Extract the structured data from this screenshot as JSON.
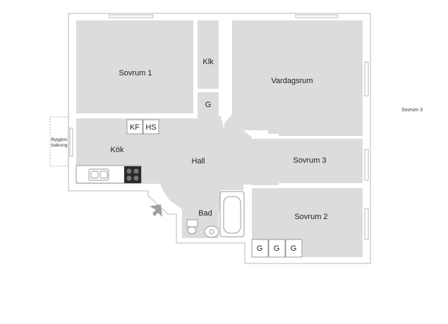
{
  "rooms": {
    "sovrum1": "Sovrum 1",
    "klk": "Klk",
    "g_closet": "G",
    "vardagsrum": "Vardagsrum",
    "kok": "Kök",
    "kf": "KF",
    "hs": "HS",
    "hall": "Hall",
    "sovrum3": "Sovrum 3",
    "bad": "Bad",
    "sovrum2": "Sovrum 2",
    "wardrobe1": "G",
    "wardrobe2": "G",
    "wardrobe3": "G"
  },
  "balcony": {
    "line1": "Bygglov",
    "line2": "balkong"
  },
  "outside_label": "Sovrum 3",
  "colors": {
    "floor": "#dcdcdc",
    "wall": "#ffffff",
    "outline": "#b9b9b9",
    "entry_arrow": "#a0a0a0"
  },
  "icons": [
    "sink-icon",
    "stove-icon",
    "bathtub-icon",
    "toilet-icon",
    "washbasin-icon",
    "entry-arrow-icon"
  ]
}
